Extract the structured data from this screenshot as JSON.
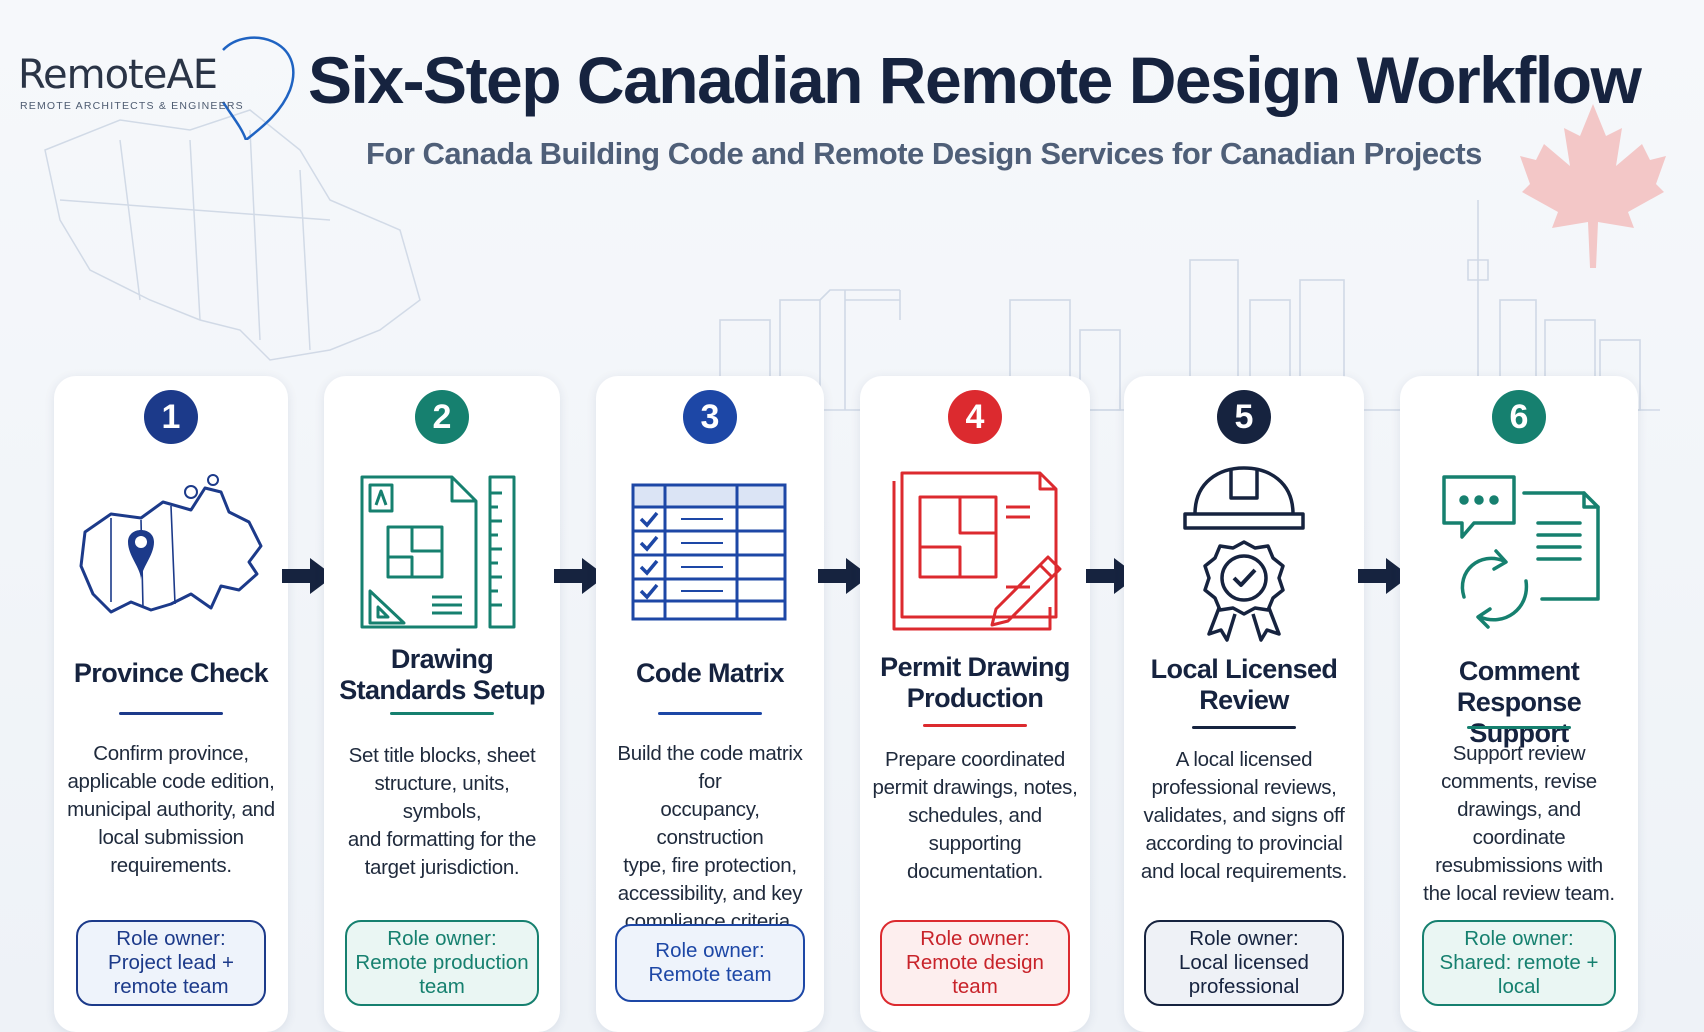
{
  "header": {
    "logo_name": "RemoteAE",
    "logo_tagline": "REMOTE ARCHITECTS & ENGINEERS",
    "title": "Six-Step Canadian Remote Design Workflow",
    "subtitle": "For Canada Building Code and Remote Design Services for Canadian Projects"
  },
  "colors": {
    "navy": "#1c3a8a",
    "teal": "#16806f",
    "blue": "#1d47a6",
    "red": "#dc2a2f",
    "dark": "#16233f"
  },
  "steps": [
    {
      "number": "1",
      "icon": "canada-map-pin-icon",
      "title_lines": [
        "Province Check"
      ],
      "desc_lines": [
        "Confirm province,",
        "applicable code edition,",
        "municipal authority, and",
        "local submission",
        "requirements."
      ],
      "role_lines": [
        "Role owner:",
        "Project lead +",
        "remote team"
      ]
    },
    {
      "number": "2",
      "icon": "blueprint-ruler-icon",
      "title_lines": [
        "Drawing",
        "Standards Setup"
      ],
      "desc_lines": [
        "Set title blocks, sheet",
        "structure, units, symbols,",
        "and formatting for the",
        "target jurisdiction."
      ],
      "role_lines": [
        "Role owner:",
        "Remote production",
        "team"
      ]
    },
    {
      "number": "3",
      "icon": "checklist-table-icon",
      "title_lines": [
        "Code Matrix"
      ],
      "desc_lines": [
        "Build the code matrix for",
        "occupancy, construction",
        "type, fire protection,",
        "accessibility, and key",
        "compliance criteria."
      ],
      "role_lines": [
        "Role owner:",
        "Remote team"
      ]
    },
    {
      "number": "4",
      "icon": "drawing-pencil-icon",
      "title_lines": [
        "Permit Drawing",
        "Production"
      ],
      "desc_lines": [
        "Prepare coordinated",
        "permit drawings, notes,",
        "schedules, and",
        "supporting",
        "documentation."
      ],
      "role_lines": [
        "Role owner:",
        "Remote design",
        "team"
      ]
    },
    {
      "number": "5",
      "icon": "hardhat-seal-icon",
      "title_lines": [
        "Local Licensed",
        "Review"
      ],
      "desc_lines": [
        "A local licensed",
        "professional reviews,",
        "validates, and signs off",
        "according to provincial",
        "and local requirements."
      ],
      "role_lines": [
        "Role owner:",
        "Local licensed",
        "professional"
      ]
    },
    {
      "number": "6",
      "icon": "comment-cycle-icon",
      "title_lines": [
        "Comment Response",
        "Support"
      ],
      "desc_lines": [
        "Support review",
        "comments, revise",
        "drawings, and",
        "coordinate",
        "resubmissions with",
        "the local review team."
      ],
      "role_lines": [
        "Role owner:",
        "Shared: remote +",
        "local"
      ]
    }
  ]
}
